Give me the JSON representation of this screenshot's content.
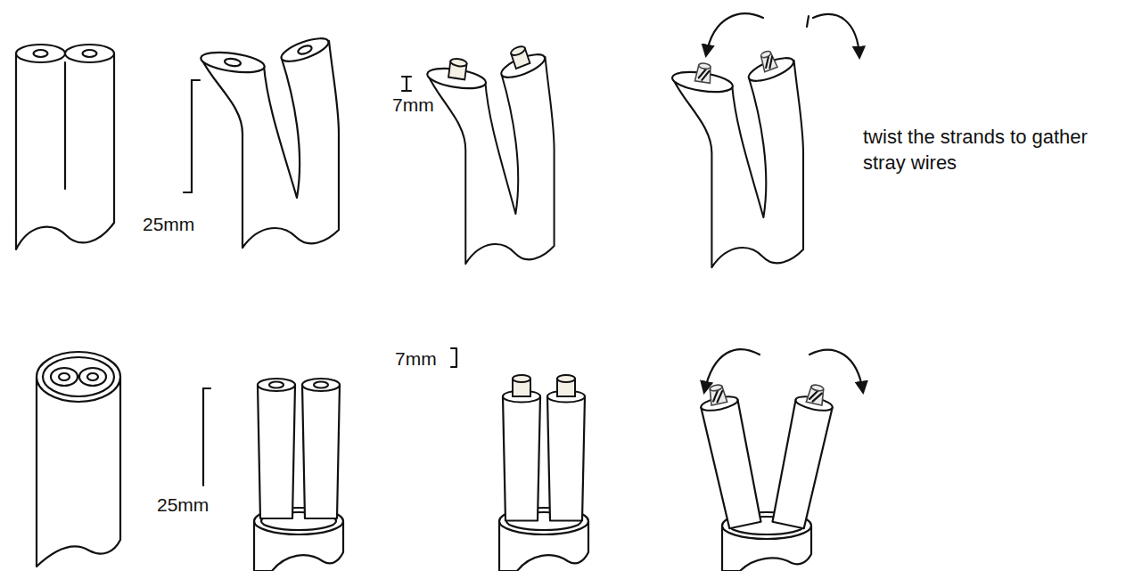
{
  "diagram": {
    "labels": [
      "7mm",
      "twist the strands to gather stray wires",
      "25mm",
      "7mm",
      "25mm"
    ]
  }
}
